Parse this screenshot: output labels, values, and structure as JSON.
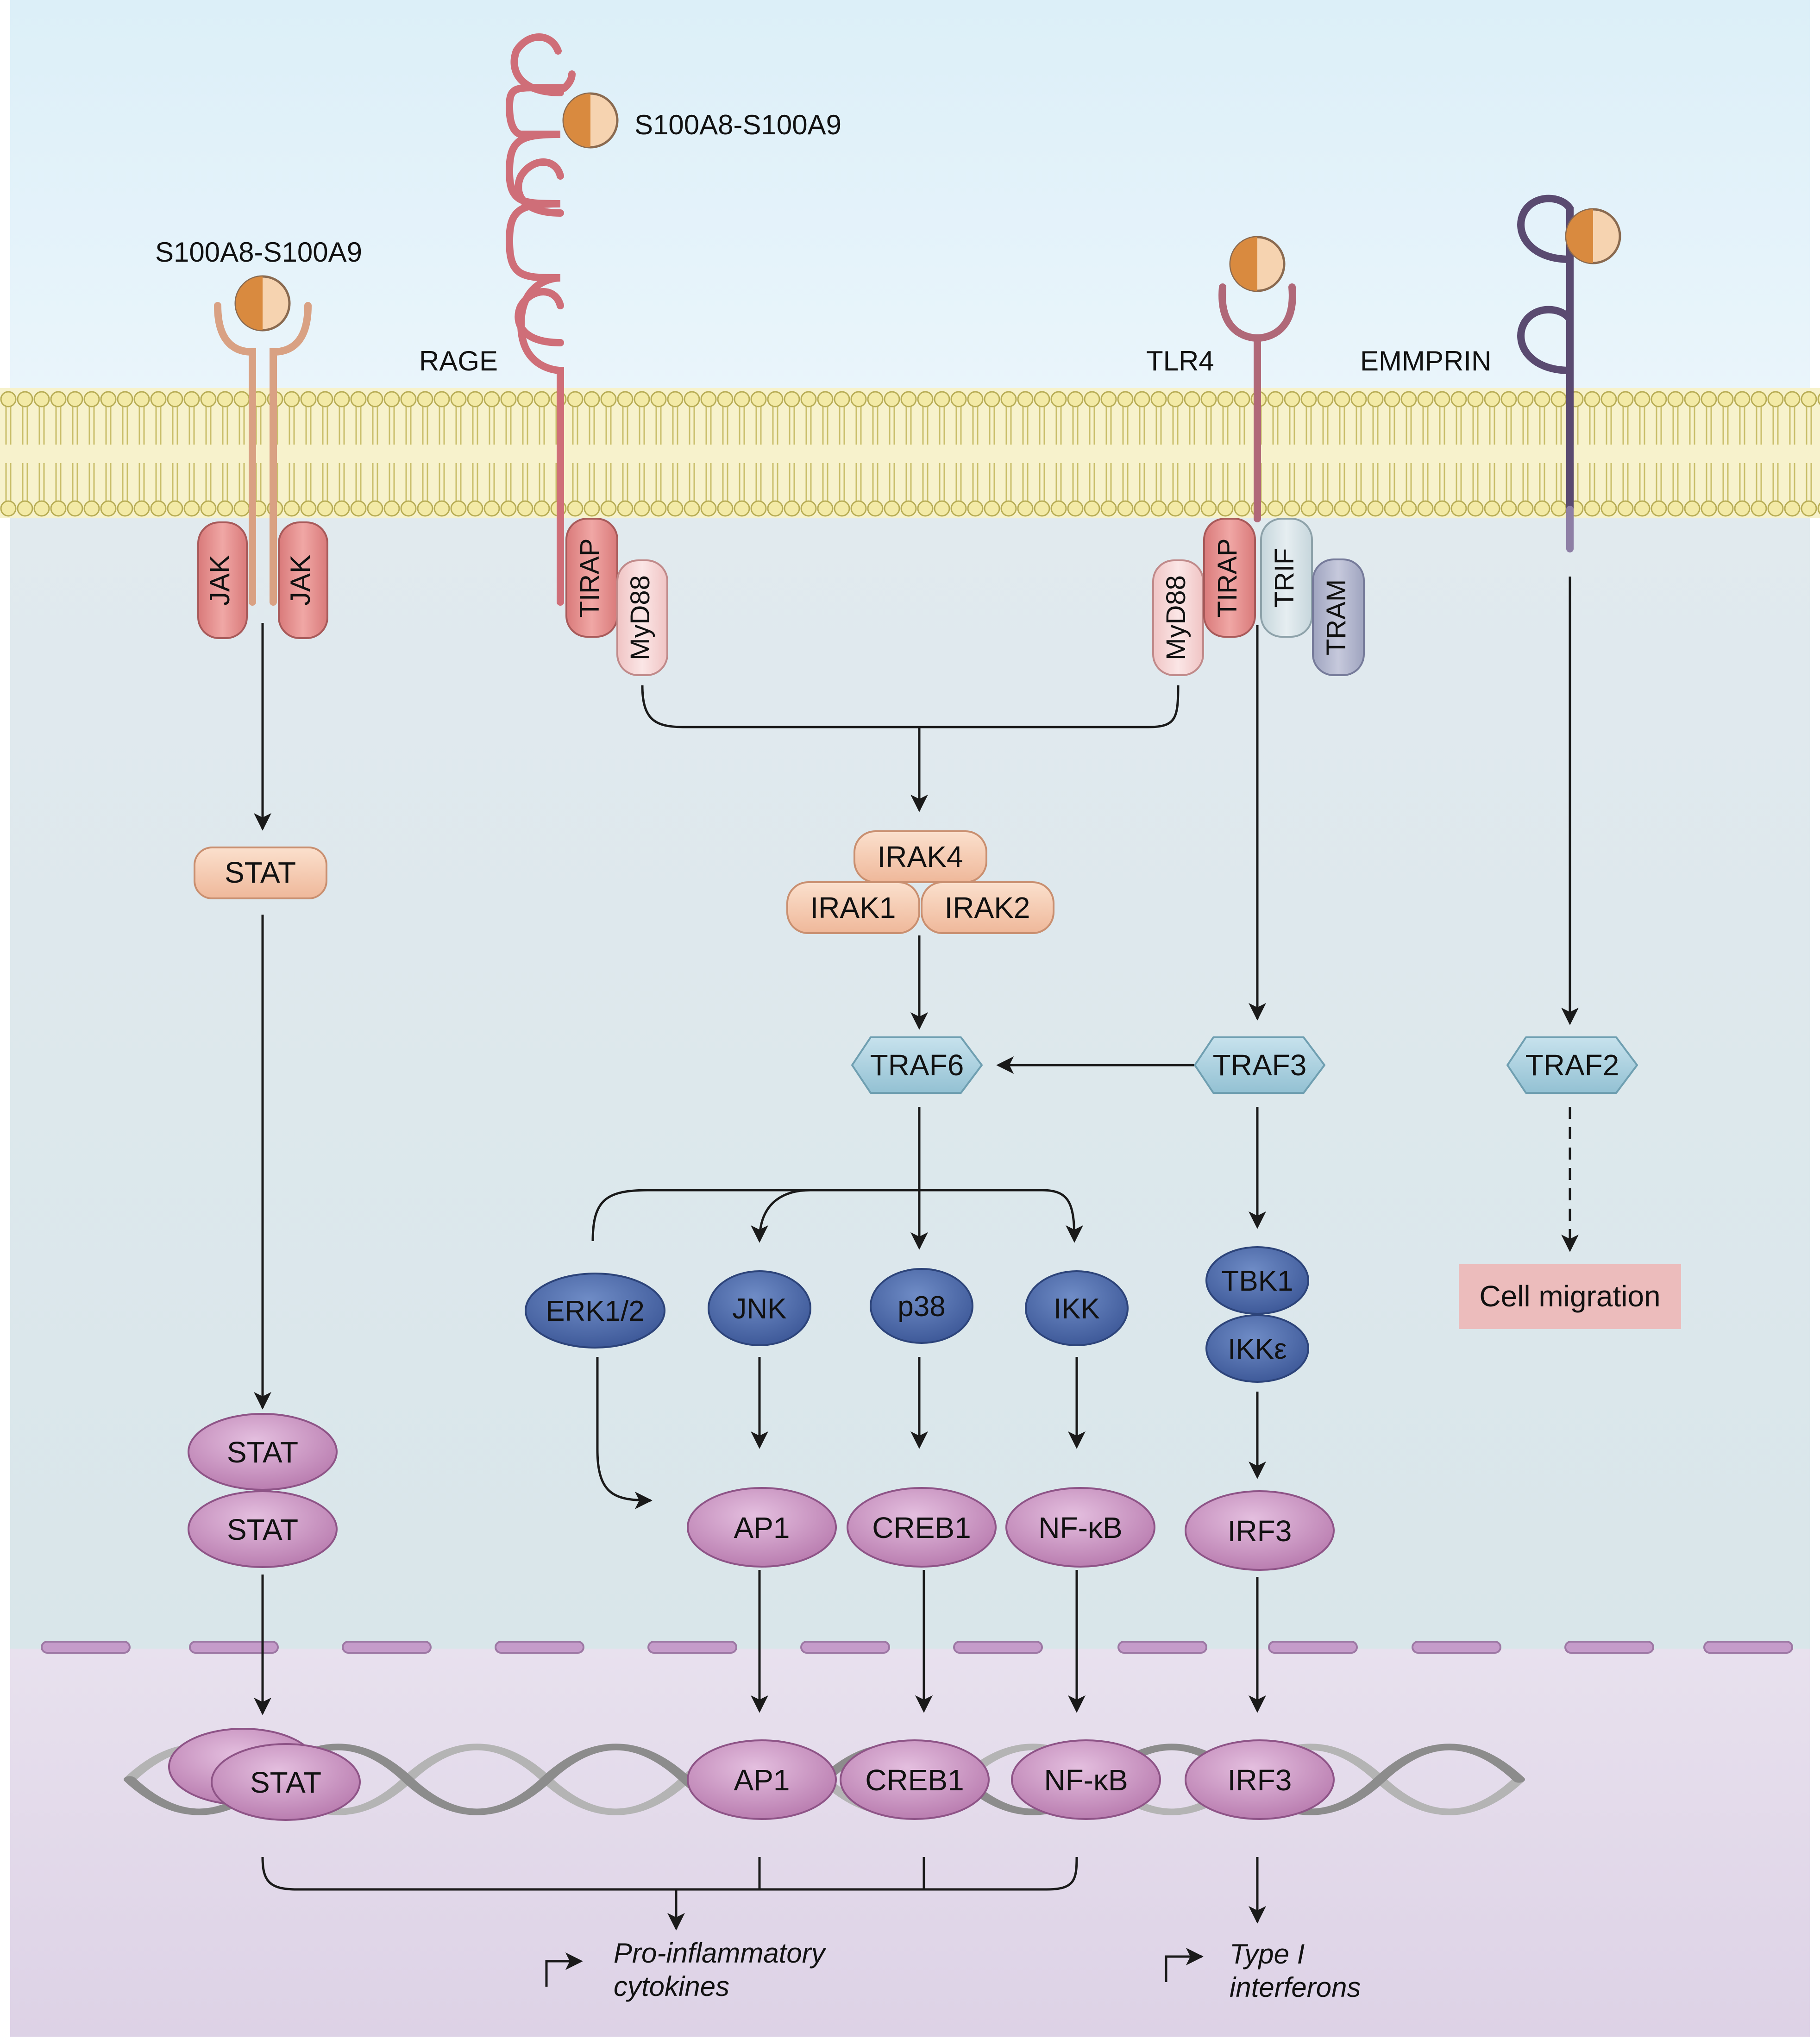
{
  "ligands": {
    "rage": "S100A8-S100A9",
    "jak_receptor": "S100A8-S100A9"
  },
  "receptors": {
    "rage": "RAGE",
    "tlr4": "TLR4",
    "emmprin": "EMMPRIN"
  },
  "adaptors": {
    "jak": "JAK",
    "tirap": "TIRAP",
    "myd88": "MyD88",
    "trif": "TRIF",
    "tram": "TRAM"
  },
  "cytoplasm": {
    "stat": "STAT",
    "irak4": "IRAK4",
    "irak1": "IRAK1",
    "irak2": "IRAK2",
    "traf6": "TRAF6",
    "traf3": "TRAF3",
    "traf2": "TRAF2",
    "erk": "ERK1/2",
    "jnk": "JNK",
    "p38": "p38",
    "ikk": "IKK",
    "tbk1": "TBK1",
    "ikke": "IKKε",
    "ap1": "AP1",
    "creb1": "CREB1",
    "nfkb": "NF-κB",
    "irf3": "IRF3",
    "cell_migration": "Cell migration"
  },
  "nucleus": {
    "stat": "STAT",
    "ap1": "AP1",
    "creb1": "CREB1",
    "nfkb": "NF-κB",
    "irf3": "IRF3"
  },
  "outputs": {
    "cytokines_line1": "Pro-inflammatory",
    "cytokines_line2": "cytokines",
    "interferons_line1": "Type I",
    "interferons_line2": "interferons"
  },
  "colors": {
    "extracellular": "#e6f3fa",
    "cytoplasm": "#dfe8ec",
    "nucleus": "#e4dcea",
    "membrane_head": "#f3eaa6",
    "salmon_node": "#f5cbb0",
    "light_blue_node": "#a9d0df",
    "dark_blue_node": "#4b69a8",
    "purple_node": "#c98fbf",
    "red_adaptor": "#e58f8f",
    "pink_adaptor": "#f4d2d2",
    "rage_color": "#cf6e78",
    "tlr4_color": "#b06878",
    "emmprin_color": "#5a4a70",
    "cell_migration_box": "#ecbcbc"
  }
}
